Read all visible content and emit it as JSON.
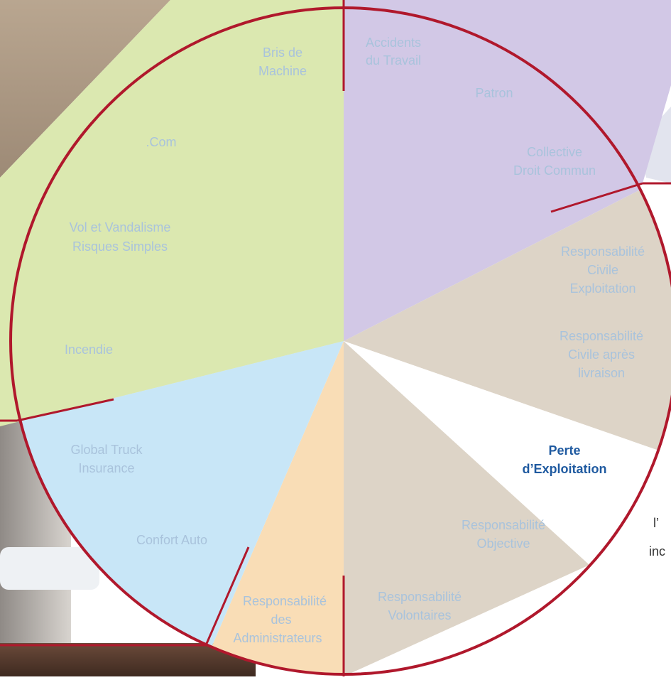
{
  "colors": {
    "ring": "#b0182c",
    "green": "#dbe8b0",
    "purple": "#d2c8e6",
    "beige": "#ddd4c7",
    "blue": "#c8e6f7",
    "peach": "#f9ddb6",
    "label": "#a9c3dc",
    "highlight": "#1f5aa0"
  },
  "segments": {
    "green": {
      "label_bris_line1": "Bris de",
      "label_bris_line2": "Machine",
      "label_com": ".Com",
      "label_vol_line1": "Vol et Vandalisme",
      "label_vol_line2": "Risques Simples",
      "label_incendie": "Incendie"
    },
    "purple": {
      "label_accidents_line1": "Accidents",
      "label_accidents_line2": "du Travail",
      "label_patron": "Patron",
      "label_collective_line1": "Collective",
      "label_collective_line2": "Droit Commun"
    },
    "beige_right": {
      "label_rc_exploit_line1": "Responsabilité",
      "label_rc_exploit_line2": "Civile",
      "label_rc_exploit_line3": "Exploitation",
      "label_rc_apres_line1": "Responsabilité",
      "label_rc_apres_line2": "Civile après",
      "label_rc_apres_line3": "livraison"
    },
    "white": {
      "label_perte_line1": "Perte",
      "label_perte_line2": "d’Exploitation"
    },
    "beige_bottom": {
      "label_objective_line1": "Responsabilité",
      "label_objective_line2": "Objective",
      "label_volontaires_line1": "Responsabilité",
      "label_volontaires_line2": "Volontaires"
    },
    "peach": {
      "label_admin_line1": "Responsabilité",
      "label_admin_line2": "des",
      "label_admin_line3": "Administrateurs"
    },
    "blue": {
      "label_truck_line1": "Global Truck",
      "label_truck_line2": "Insurance",
      "label_confort": "Confort Auto"
    }
  },
  "fragments": {
    "line1": "l’",
    "line2": "inc"
  }
}
